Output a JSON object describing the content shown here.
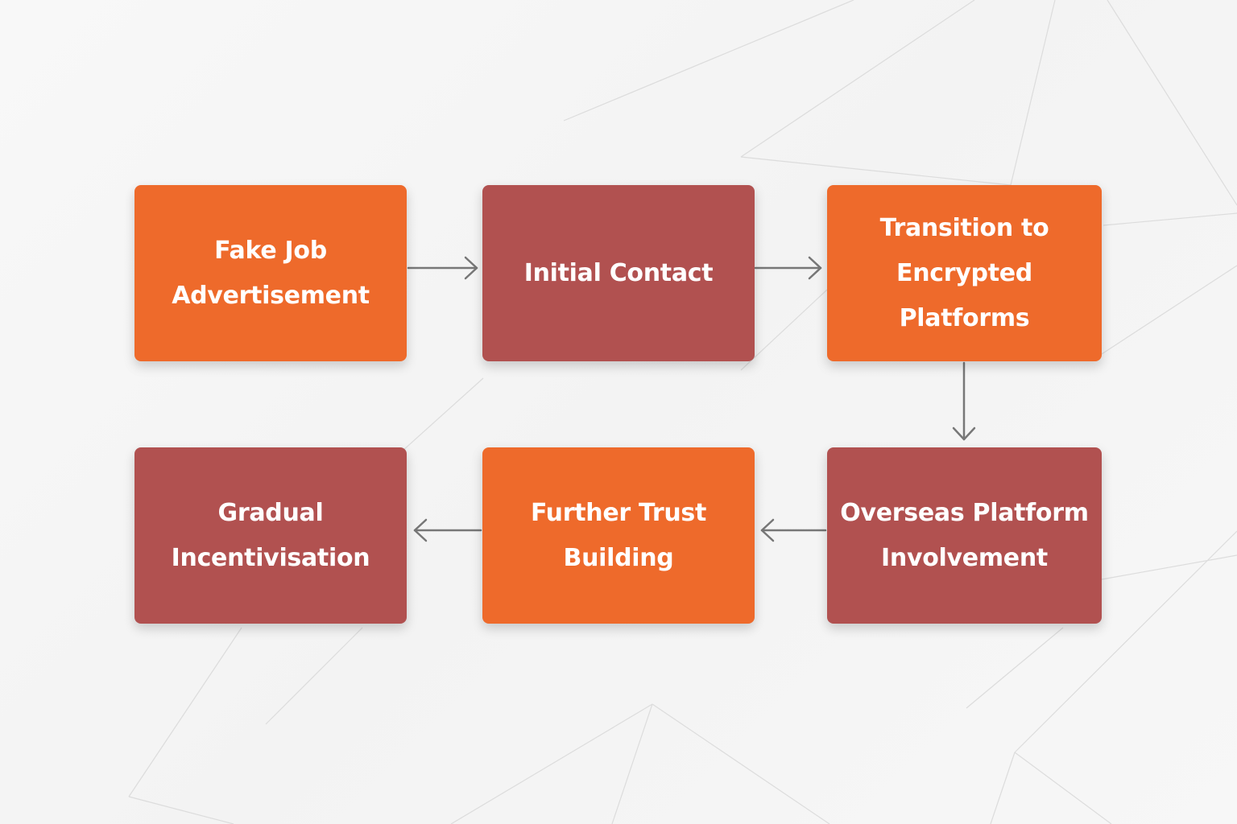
{
  "colors": {
    "orange": "#ee6a2b",
    "red": "#b15150",
    "arrow": "#777777",
    "background": "#f6f6f6"
  },
  "nodes": [
    {
      "id": "fake-job-advertisement",
      "label": "Fake Job\nAdvertisement",
      "color": "#ee6a2b"
    },
    {
      "id": "initial-contact",
      "label": "Initial Contact",
      "color": "#b15150"
    },
    {
      "id": "transition-to-encrypted-platforms",
      "label": "Transition to\nEncrypted Platforms",
      "color": "#ee6a2b"
    },
    {
      "id": "overseas-platform-involvement",
      "label": "Overseas Platform\nInvolvement",
      "color": "#b15150"
    },
    {
      "id": "further-trust-building",
      "label": "Further Trust\nBuilding",
      "color": "#ee6a2b"
    },
    {
      "id": "gradual-incentivisation",
      "label": "Gradual\nIncentivisation",
      "color": "#b15150"
    }
  ],
  "edges": [
    {
      "from": "fake-job-advertisement",
      "to": "initial-contact"
    },
    {
      "from": "initial-contact",
      "to": "transition-to-encrypted-platforms"
    },
    {
      "from": "transition-to-encrypted-platforms",
      "to": "overseas-platform-involvement"
    },
    {
      "from": "overseas-platform-involvement",
      "to": "further-trust-building"
    },
    {
      "from": "further-trust-building",
      "to": "gradual-incentivisation"
    }
  ]
}
